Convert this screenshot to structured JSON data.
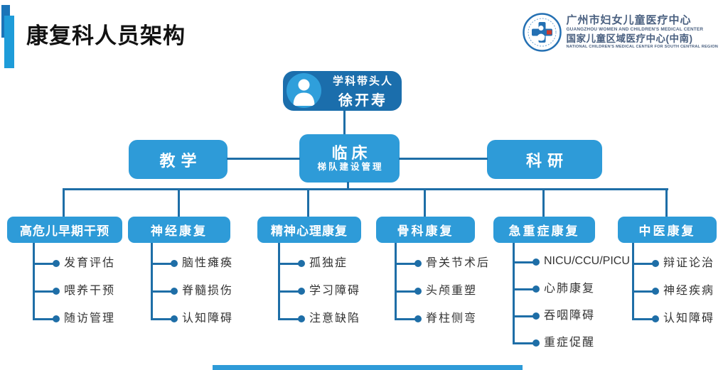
{
  "title": "康复科人员架构",
  "logo": {
    "name_cn": "广州市妇女儿童医疗中心",
    "name_en": "GUANGZHOU WOMEN AND CHILDREN'S MEDICAL CENTER",
    "subtitle_cn": "国家儿童区域医疗中心(中南)",
    "subtitle_en": "NATIONAL CHILDREN'S MEDICAL CENTER FOR SOUTH CENTRAL REGION"
  },
  "colors": {
    "node_blue": "#2E9BD8",
    "root_node_blue": "#1B6EAC",
    "connector_line": "#1E6EA7",
    "accent_dark": "#1B74B8",
    "accent_light": "#1E9CD9"
  },
  "chart": {
    "type": "org-chart",
    "root": {
      "role": "学科带头人",
      "name": "徐开寿"
    },
    "level2": [
      {
        "label": "教学"
      },
      {
        "label": "临床",
        "sublabel": "梯队建设管理"
      },
      {
        "label": "科研"
      }
    ],
    "columns": [
      {
        "title": "高危儿早期干预",
        "items": [
          "发育评估",
          "喂养干预",
          "随访管理"
        ]
      },
      {
        "title": "神经康复",
        "items": [
          "脑性瘫痪",
          "脊髓损伤",
          "认知障碍"
        ]
      },
      {
        "title": "精神心理康复",
        "items": [
          "孤独症",
          "学习障碍",
          "注意缺陷"
        ]
      },
      {
        "title": "骨科康复",
        "items": [
          "骨关节术后",
          "头颅重塑",
          "脊柱侧弯"
        ]
      },
      {
        "title": "急重症康复",
        "items": [
          "NICU/CCU/PICU",
          "心肺康复",
          "吞咽障碍",
          "重症促醒"
        ]
      },
      {
        "title": "中医康复",
        "items": [
          "辩证论治",
          "神经疾病",
          "认知障碍"
        ]
      }
    ]
  }
}
